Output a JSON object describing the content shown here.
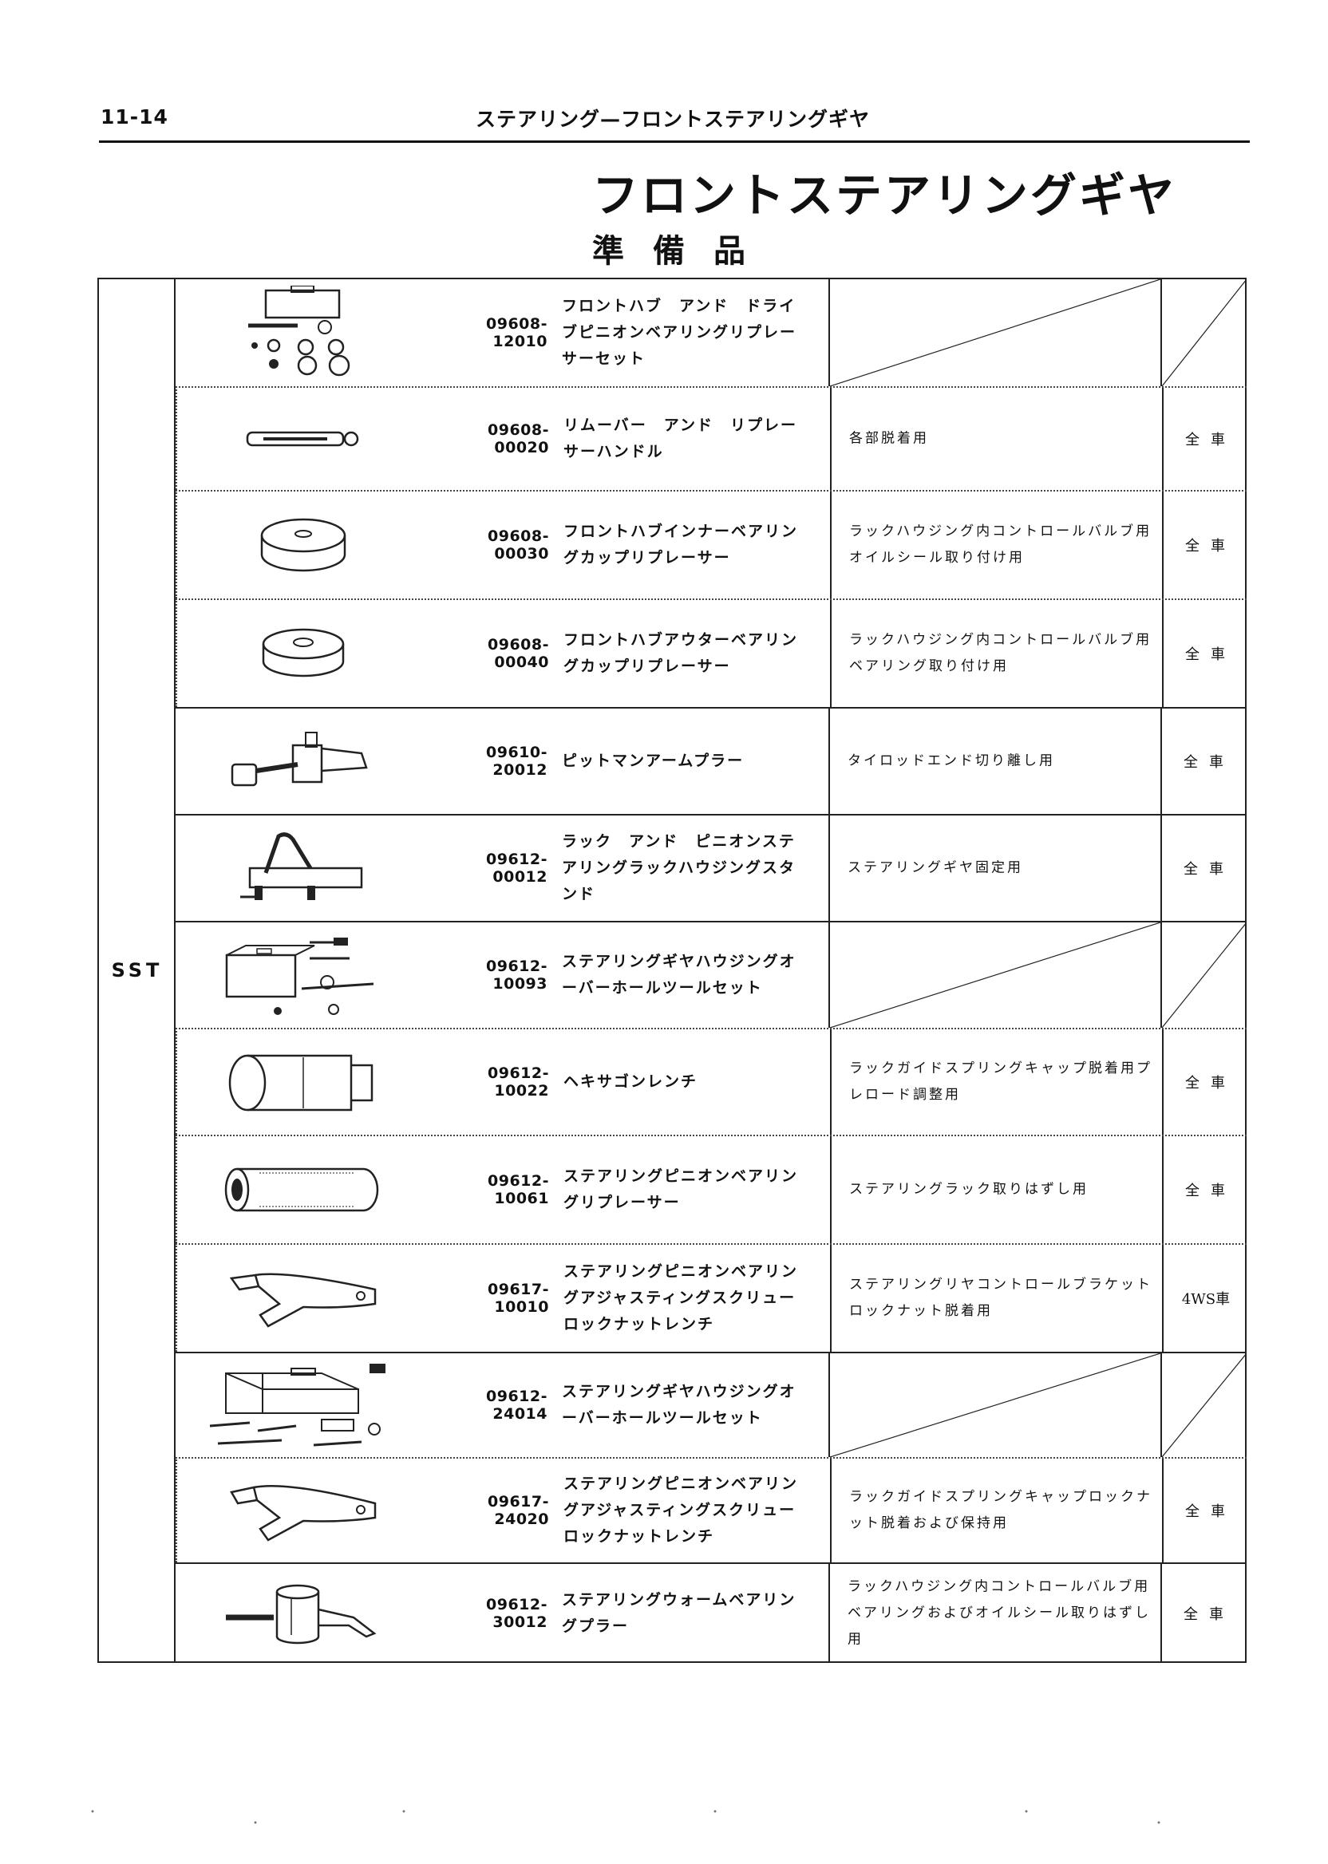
{
  "header": {
    "page_number": "11-14",
    "running_head": "ステアリング—フロントステアリングギヤ"
  },
  "title": "フロントステアリングギヤ",
  "subtitle": "準備品",
  "table": {
    "group_label": "SST",
    "rows": [
      {
        "part_no": "09608-12010",
        "name": "フロントハブ　アンド　ドライブピニオンベアリングリプレーサーセット",
        "use": "",
        "app": "",
        "icon": "tool-case-set-icon"
      },
      {
        "part_no": "09608-00020",
        "name": "リムーバー　アンド　リプレーサーハンドル",
        "use": "各部脱着用",
        "app": "全車",
        "icon": "handle-icon"
      },
      {
        "part_no": "09608-00030",
        "name": "フロントハブインナーベアリングカップリプレーサー",
        "use": "ラックハウジング内コントロールバルブ用オイルシール取り付け用",
        "app": "全車",
        "icon": "bearing-replacer-icon"
      },
      {
        "part_no": "09608-00040",
        "name": "フロントハブアウターベアリングカップリプレーサー",
        "use": "ラックハウジング内コントロールバルブ用ベアリング取り付け用",
        "app": "全車",
        "icon": "bearing-replacer-icon"
      },
      {
        "part_no": "09610-20012",
        "name": "ピットマンアームプラー",
        "use": "タイロッドエンド切り離し用",
        "app": "全車",
        "icon": "puller-icon"
      },
      {
        "part_no": "09612-00012",
        "name": "ラック　アンド　ピニオンステアリングラックハウジングスタンド",
        "use": "ステアリングギヤ固定用",
        "app": "全車",
        "icon": "housing-stand-icon"
      },
      {
        "part_no": "09612-10093",
        "name": "ステアリングギヤハウジングオーバーホールツールセット",
        "use": "",
        "app": "",
        "icon": "tool-case-set-icon"
      },
      {
        "part_no": "09612-10022",
        "name": "ヘキサゴンレンチ",
        "use": "ラックガイドスプリングキャップ脱着用プレロード調整用",
        "app": "全車",
        "icon": "hexagon-wrench-icon"
      },
      {
        "part_no": "09612-10061",
        "name": "ステアリングピニオンベアリングリプレーサー",
        "use": "ステアリングラック取りはずし用",
        "app": "全車",
        "icon": "pinion-replacer-icon"
      },
      {
        "part_no": "09617-10010",
        "name": "ステアリングピニオンベアリングアジャスティングスクリューロックナットレンチ",
        "use": "ステアリングリヤコントロールブラケットロックナット脱着用",
        "app": "4WS車",
        "icon": "locknut-wrench-icon"
      },
      {
        "part_no": "09612-24014",
        "name": "ステアリングギヤハウジングオーバーホールツールセット",
        "use": "",
        "app": "",
        "icon": "tool-case-set-icon"
      },
      {
        "part_no": "09617-24020",
        "name": "ステアリングピニオンベアリングアジャスティングスクリューロックナットレンチ",
        "use": "ラックガイドスプリングキャップロックナット脱着および保持用",
        "app": "全車",
        "icon": "locknut-wrench-icon"
      },
      {
        "part_no": "09612-30012",
        "name": "ステアリングウォームベアリングプラー",
        "use": "ラックハウジング内コントロールバルブ用ベアリングおよびオイルシール取りはずし用",
        "app": "全車",
        "icon": "bearing-puller-icon"
      }
    ]
  }
}
